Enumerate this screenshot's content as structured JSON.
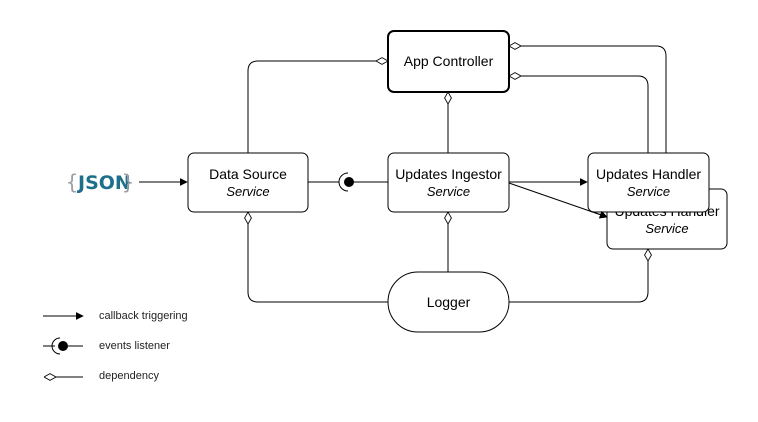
{
  "diagram": {
    "source_badge": {
      "open": "{",
      "word": "JSON",
      "close": "}"
    },
    "nodes": {
      "app_controller": {
        "title": "App Controller"
      },
      "data_source": {
        "title": "Data Source",
        "subtitle": "Service"
      },
      "updates_ingestor": {
        "title": "Updates Ingestor",
        "subtitle": "Service"
      },
      "updates_handler_front": {
        "title": "Updates Handler",
        "subtitle": "Service"
      },
      "updates_handler_back": {
        "title": "Updates Handler",
        "subtitle": "Service"
      },
      "logger": {
        "title": "Logger"
      }
    },
    "legend": {
      "callback": "callback triggering",
      "listener": "events listener",
      "dependency": "dependency"
    },
    "colors": {
      "line": "#000000",
      "json_word": "#1f6f8b",
      "json_brace": "#9aa0a6"
    }
  }
}
